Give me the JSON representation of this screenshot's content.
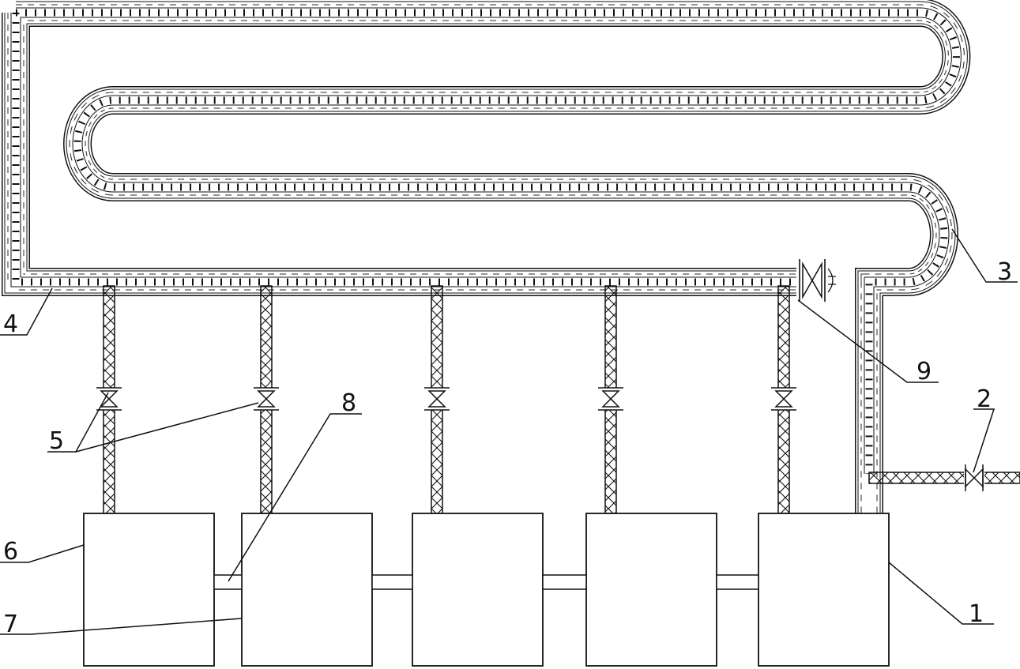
{
  "colors": {
    "line": "#111111",
    "background": "#ffffff"
  },
  "labels": {
    "one": "1",
    "two": "2",
    "three": "3",
    "four": "4",
    "five": "5",
    "six": "6",
    "seven": "7",
    "eight": "8",
    "nine": "9"
  }
}
